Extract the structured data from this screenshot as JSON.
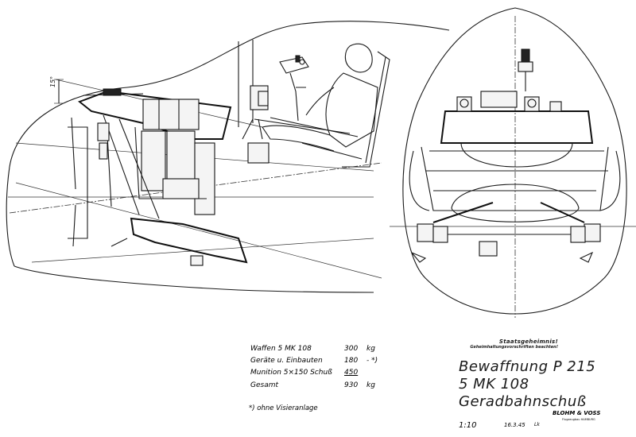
{
  "drawing": {
    "angle_label": "15°"
  },
  "weights": {
    "rows": [
      {
        "label": "Waffen  5 MK 108",
        "value": "300",
        "unit": "kg"
      },
      {
        "label": "Geräte u. Einbauten",
        "value": "180",
        "unit": "- *)"
      },
      {
        "label": "Munition  5×150 Schuß",
        "value": "450",
        "unit": ""
      },
      {
        "label": "Gesamt",
        "value": "930",
        "unit": "kg"
      }
    ],
    "footnote": "*) ohne Visieranlage"
  },
  "classification": {
    "line1": "Staatsgeheimnis!",
    "line2": "Geheimhaltungsvorschriften beachten!"
  },
  "title_block": {
    "line1": "Bewaffnung  P 215",
    "line2": "5 MK 108",
    "line3": "Geradbahnschuß",
    "scale": "1:10",
    "date": "16.3.45",
    "initials": "Lk",
    "firm": "BLOHM & VOSS",
    "firm_sub": "Flugzeugbau",
    "city": "HAMBURG"
  }
}
